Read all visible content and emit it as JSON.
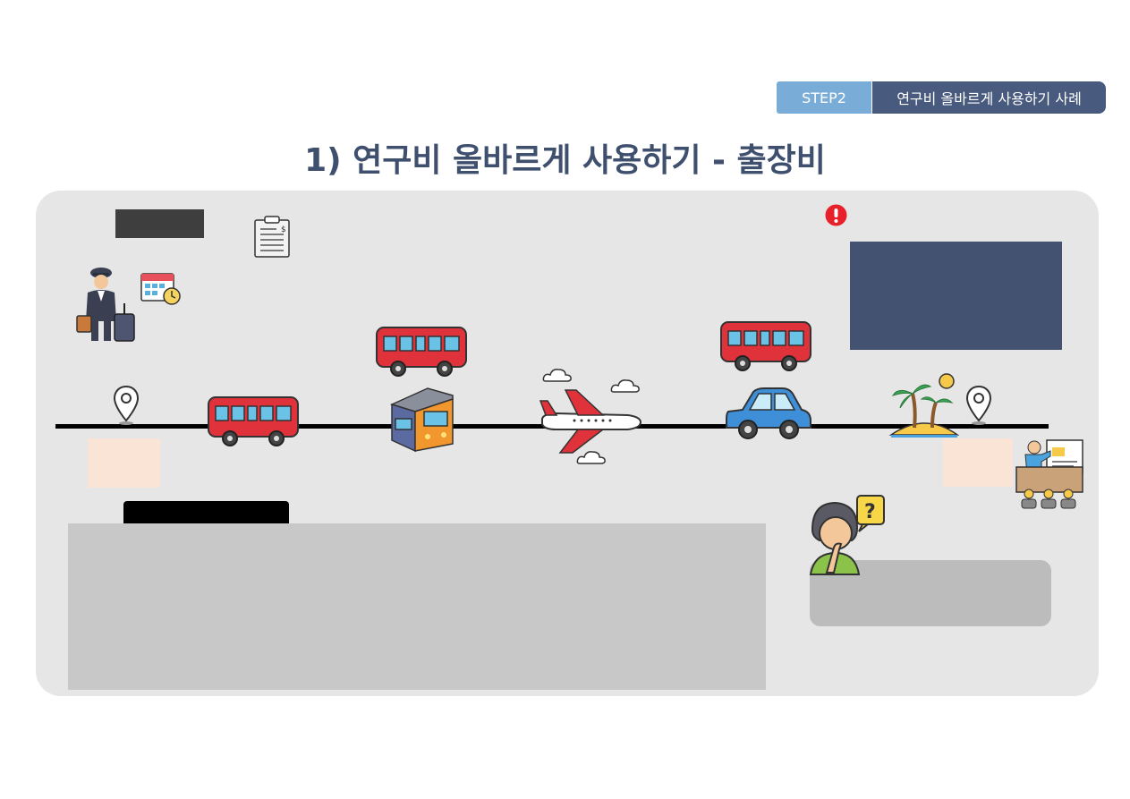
{
  "header": {
    "step_tag": "STEP2",
    "step_title": "연구비 올바르게 사용하기 사례"
  },
  "page_title": "1) 연구비 올바르게 사용하기 - 출장비",
  "icons": {
    "traveler": "traveler-with-luggage-icon",
    "calendar": "calendar-clock-icon",
    "document": "clipboard-document-icon",
    "alert": "exclamation-alert-icon",
    "start_pin": "location-pin-icon",
    "end_pin": "location-pin-icon",
    "bus": "bus-icon",
    "train": "train-icon",
    "airplane": "airplane-icon",
    "car": "car-icon",
    "island": "tropical-island-icon",
    "presenter": "presentation-audience-icon",
    "thinking_person": "thinking-person-question-icon"
  },
  "colors": {
    "step_tag": "#7aacd8",
    "step_title": "#485a7d",
    "title_text": "#3f4f6e",
    "panel": "#e6e6e6",
    "navy_box": "#435270",
    "peach": "#f9e4d6",
    "bus_red": "#e0323a",
    "alert_red": "#e8202a"
  }
}
